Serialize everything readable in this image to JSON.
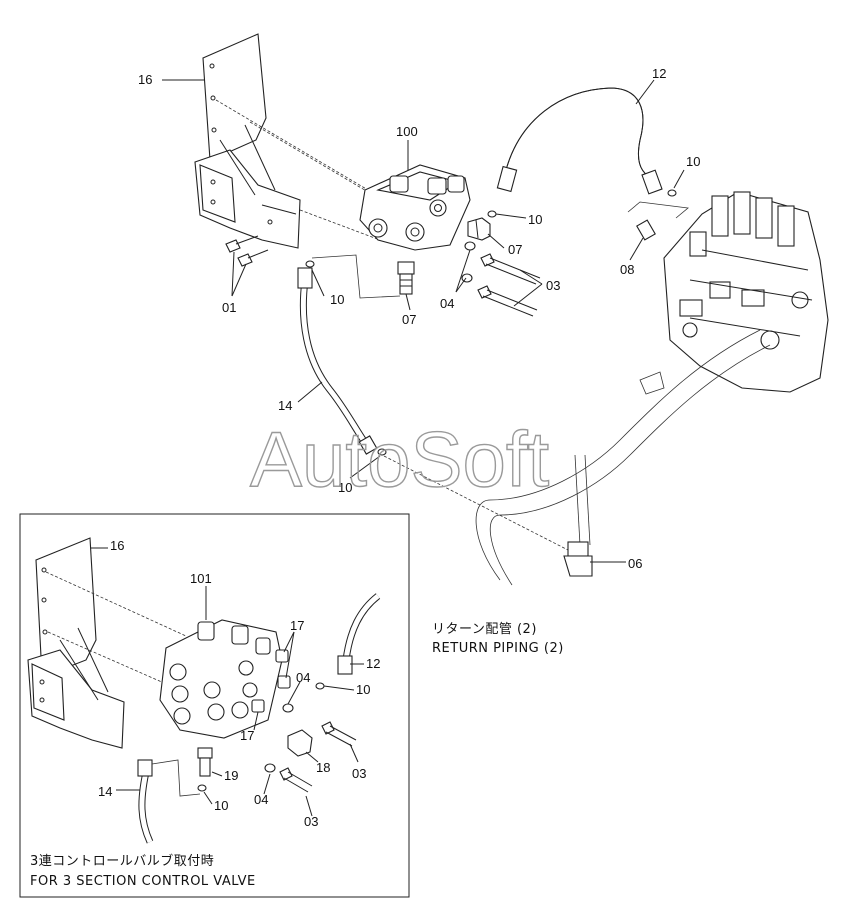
{
  "watermark": "AutoSoft",
  "main_callouts": [
    {
      "id": "16a",
      "text": "16"
    },
    {
      "id": "100",
      "text": "100"
    },
    {
      "id": "12a",
      "text": "12"
    },
    {
      "id": "10a",
      "text": "10"
    },
    {
      "id": "10b",
      "text": "10"
    },
    {
      "id": "07a",
      "text": "07"
    },
    {
      "id": "08",
      "text": "08"
    },
    {
      "id": "10c",
      "text": "10"
    },
    {
      "id": "07b",
      "text": "07"
    },
    {
      "id": "04a",
      "text": "04"
    },
    {
      "id": "03a",
      "text": "03"
    },
    {
      "id": "01",
      "text": "01"
    },
    {
      "id": "14a",
      "text": "14"
    },
    {
      "id": "10d",
      "text": "10"
    },
    {
      "id": "06",
      "text": "06"
    }
  ],
  "inset_callouts": [
    {
      "id": "16b",
      "text": "16"
    },
    {
      "id": "101",
      "text": "101"
    },
    {
      "id": "17a",
      "text": "17"
    },
    {
      "id": "12b",
      "text": "12"
    },
    {
      "id": "04b",
      "text": "04"
    },
    {
      "id": "10e",
      "text": "10"
    },
    {
      "id": "17b",
      "text": "17"
    },
    {
      "id": "18",
      "text": "18"
    },
    {
      "id": "03b",
      "text": "03"
    },
    {
      "id": "14b",
      "text": "14"
    },
    {
      "id": "19",
      "text": "19"
    },
    {
      "id": "10f",
      "text": "10"
    },
    {
      "id": "04c",
      "text": "04"
    },
    {
      "id": "03c",
      "text": "03"
    }
  ],
  "return_caption": {
    "jp": "リターン配管 (2)",
    "en": "RETURN PIPING (2)"
  },
  "inset_caption": {
    "jp": "3連コントロールバルブ取付時",
    "en": "FOR 3 SECTION  CONTROL VALVE"
  }
}
